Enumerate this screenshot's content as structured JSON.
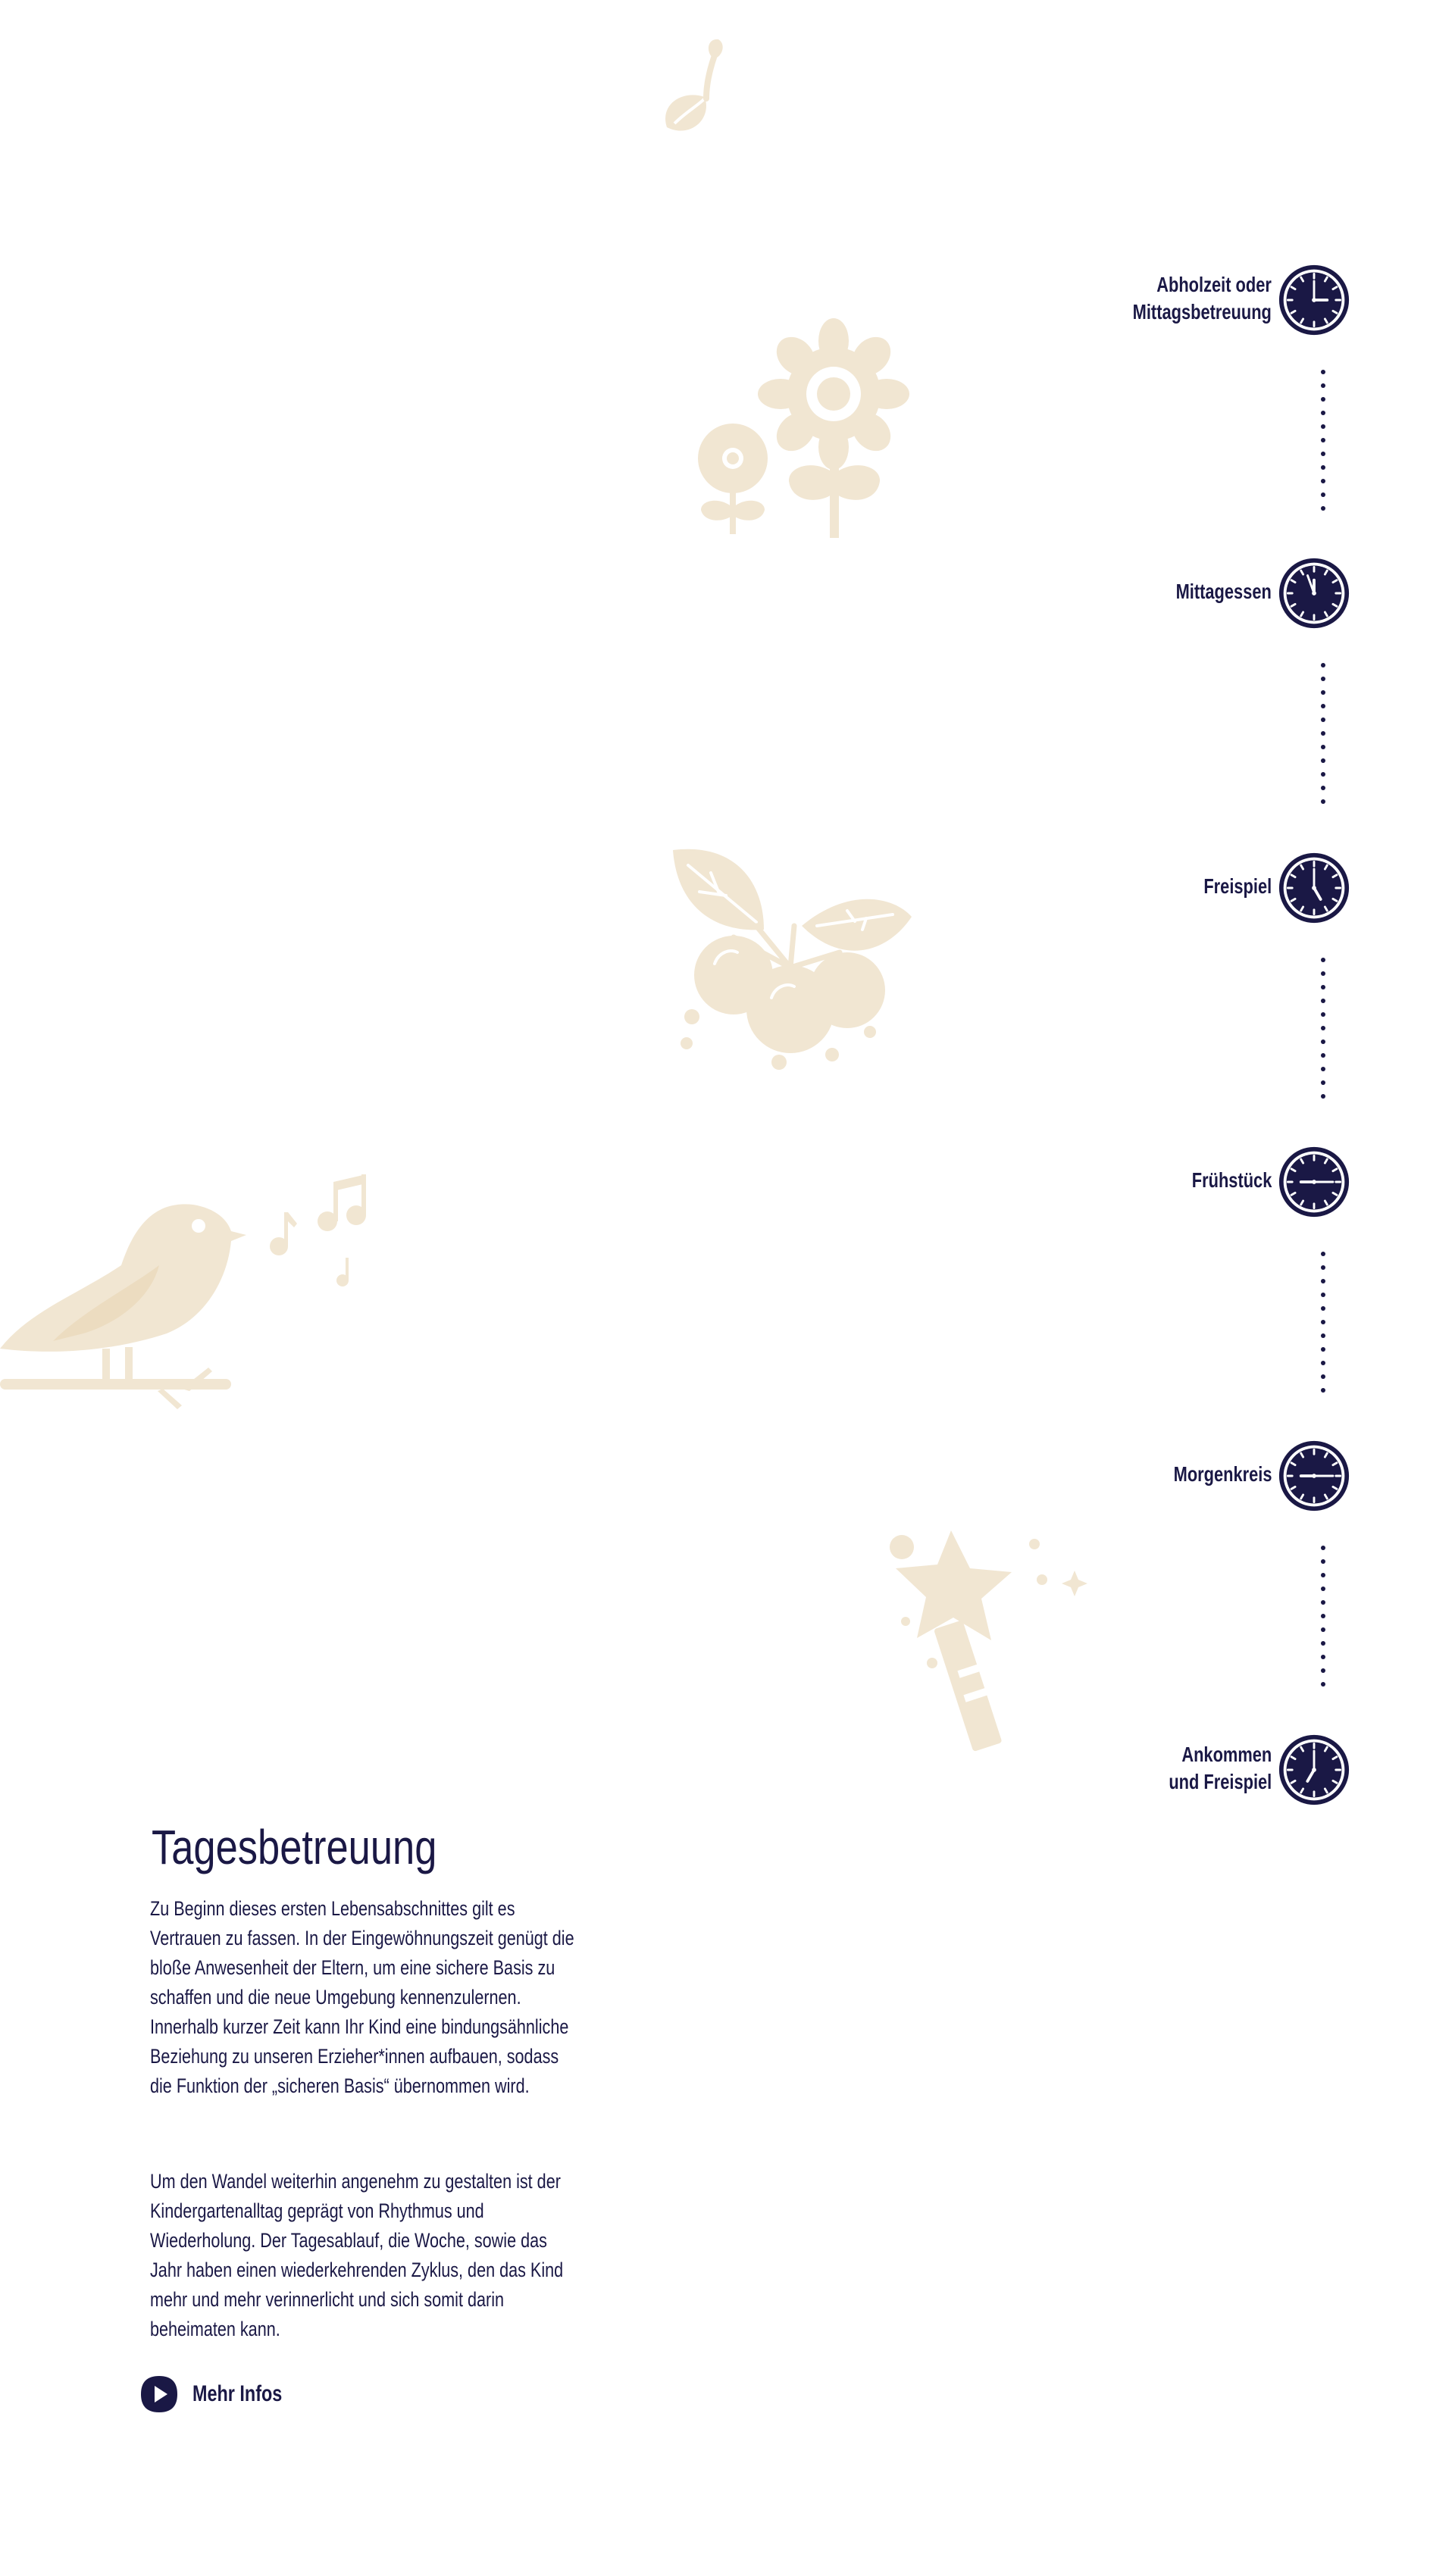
{
  "colors": {
    "navy": "#1a1845",
    "beige": "#f1e6d2",
    "beige_dark": "#ecdcc0"
  },
  "timeline": [
    {
      "label_lines": [
        "Abholzeit oder",
        "Mittagsbetreuung"
      ],
      "icon": "clock-icon"
    },
    {
      "label_lines": [
        "Mittagessen"
      ],
      "icon": "clock-icon"
    },
    {
      "label_lines": [
        "Freispiel"
      ],
      "icon": "clock-icon"
    },
    {
      "label_lines": [
        "Frühstück"
      ],
      "icon": "clock-icon"
    },
    {
      "label_lines": [
        "Morgenkreis"
      ],
      "icon": "clock-icon"
    },
    {
      "label_lines": [
        "Ankommen",
        "und Freispiel"
      ],
      "icon": "clock-icon"
    }
  ],
  "content": {
    "title": "Tagesbetreuung",
    "paragraph_1": "Zu Beginn dieses ersten Lebensabschnittes gilt es Vertrauen zu fassen. In der Eingewöhnungszeit genügt die bloße Anwesenheit der Eltern, um eine sichere Basis zu schaffen und die neue Umgebung kennenzulernen. Innerhalb kurzer Zeit kann Ihr Kind eine bindungsähnliche Beziehung zu unseren Erzieher*innen aufbauen, sodass die Funktion der „sicheren Basis“ übernommen wird.",
    "paragraph_2": "Um den Wandel weiterhin angenehm zu gestalten ist der Kindergartenalltag geprägt von Rhythmus und Wiederholung. Der Tagesablauf, die Woche, sowie das Jahr haben einen wiederkehrenden Zyklus, den das Kind mehr und mehr verinnerlicht und sich somit darin beheimaten kann.",
    "more_button": "Mehr Infos"
  }
}
